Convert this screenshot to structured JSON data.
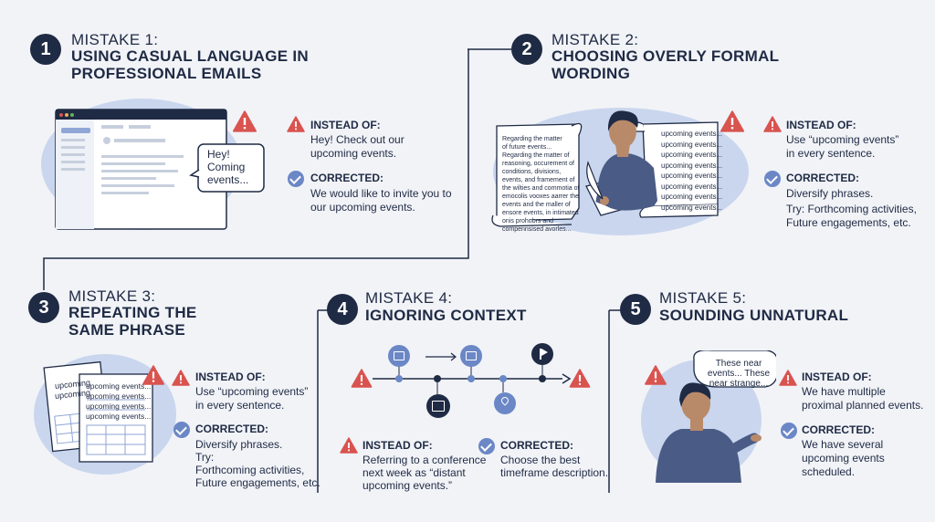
{
  "colors": {
    "navy": "#1f2a44",
    "accent_blue": "#6b87c6",
    "warning_red": "#d9534f",
    "circle_bg": "#c9d6ee",
    "page_bg": "#f1f3f7"
  },
  "mistakes": [
    {
      "number": "1",
      "label": "MISTAKE 1:",
      "title": [
        "USING CASUAL LANGUAGE IN",
        "PROFESSIONAL EMAILS"
      ],
      "instead_heading": "INSTEAD OF:",
      "instead_text": [
        "Hey! Check out our",
        "upcoming events."
      ],
      "corrected_heading": "CORRECTED:",
      "corrected_text": [
        "We would like to invite you to",
        "our upcoming events."
      ],
      "bubble": [
        "Hey!",
        "Coming",
        "events..."
      ]
    },
    {
      "number": "2",
      "label": "MISTAKE 2:",
      "title": [
        "CHOOSING OVERLY FORMAL",
        "WORDING"
      ],
      "instead_heading": "INSTEAD OF:",
      "instead_text": [
        "Use “upcoming events”",
        "in every sentence."
      ],
      "corrected_heading": "CORRECTED:",
      "corrected_text": [
        "Diversify phrases.",
        "",
        "Try: Forthcoming activities,",
        "Future engagements, etc."
      ],
      "paper_left": [
        "Regarding the matter",
        "of future events...",
        "Regarding the matter of",
        "reasoning, occurement of",
        "conditions, divisions,",
        "events, and framement of",
        "the wilties and commotia of",
        "emocolis vooxes aarrer the",
        "events and the maller of",
        "ensore events, in intimated",
        "onis prohobrs and",
        "compennsised avorles..."
      ],
      "paper_right": [
        "upcoming events...",
        "upcoming events...",
        "upcoming events...",
        "upcoming events...",
        "upcoming events...",
        "upcoming events...",
        "upcoming events...",
        "upcoming events..."
      ]
    },
    {
      "number": "3",
      "label": "MISTAKE 3:",
      "title": [
        "REPEATING THE",
        "SAME PHRASE"
      ],
      "instead_heading": "INSTEAD OF:",
      "instead_text": [
        "Use “upcoming events”",
        "in every sentence."
      ],
      "corrected_heading": "CORRECTED:",
      "corrected_text": [
        "Diversify phrases.",
        "Try:",
        "Forthcoming activities,",
        "Future engagements, etc."
      ],
      "doc_back": [
        "upcoming",
        "upcoming"
      ],
      "doc_front": [
        "upcoming events...",
        "upcoming events...",
        "upcoming events...",
        "upcoming events..."
      ]
    },
    {
      "number": "4",
      "label": "MISTAKE 4:",
      "title": [
        "IGNORING CONTEXT"
      ],
      "instead_heading": "INSTEAD OF:",
      "instead_text": [
        "Referring to a conference",
        "next week as “distant",
        "upcoming events.”"
      ],
      "corrected_heading": "CORRECTED:",
      "corrected_text": [
        "Choose the best",
        "timeframe description."
      ]
    },
    {
      "number": "5",
      "label": "MISTAKE 5:",
      "title": [
        "SOUNDING UNNATURAL"
      ],
      "instead_heading": "INSTEAD OF:",
      "instead_text": [
        "We have multiple",
        "proximal planned events."
      ],
      "corrected_heading": "CORRECTED:",
      "corrected_text": [
        "We have several",
        "upcoming events",
        "scheduled."
      ],
      "thought": [
        "These near",
        "events... These",
        "near strange..."
      ]
    }
  ]
}
